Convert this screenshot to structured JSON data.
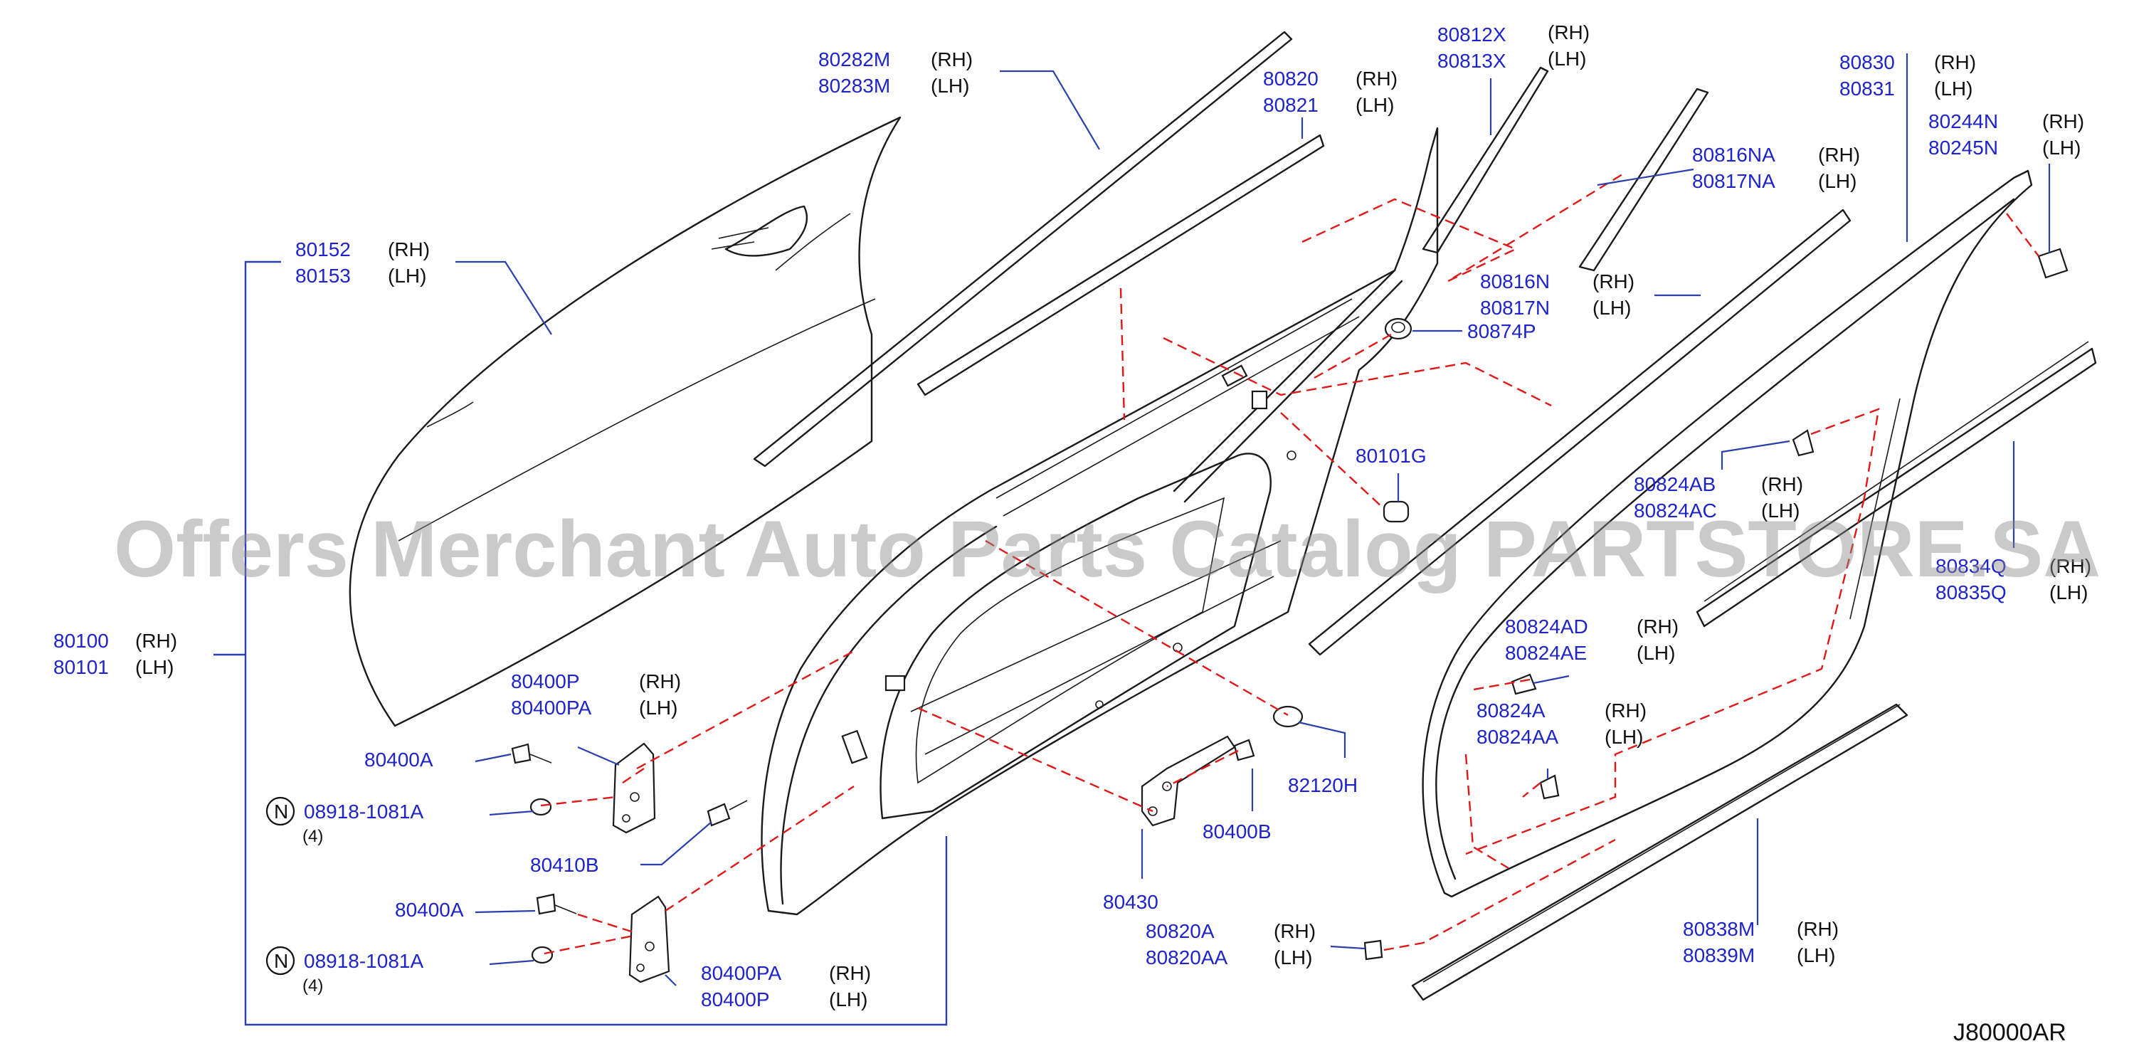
{
  "diagram_code": "J80000AR",
  "watermark": "Offers Merchant Auto Parts Catalog PARTSTORE.SA",
  "side_rh": "(RH)",
  "side_lh": "(LH)",
  "note_symbol": "N",
  "labels": {
    "p80282M": "80282M",
    "p80283M": "80283M",
    "p80820": "80820",
    "p80821": "80821",
    "p80812X": "80812X",
    "p80813X": "80813X",
    "p80830": "80830",
    "p80831": "80831",
    "p80244N": "80244N",
    "p80245N": "80245N",
    "p80816NA": "80816NA",
    "p80817NA": "80817NA",
    "p80152": "80152",
    "p80153": "80153",
    "p80816N": "80816N",
    "p80817N": "80817N",
    "p80874P": "80874P",
    "p80101G": "80101G",
    "p80824AB": "80824AB",
    "p80824AC": "80824AC",
    "p80834Q": "80834Q",
    "p80835Q": "80835Q",
    "p80100": "80100",
    "p80101": "80101",
    "p80824AD": "80824AD",
    "p80824AE": "80824AE",
    "p80400P_a": "80400P",
    "p80400PA_a": "80400PA",
    "p80824A": "80824A",
    "p80824AA": "80824AA",
    "p80400A_1": "80400A",
    "p82120H": "82120H",
    "p08918_1": "08918-1081A",
    "qty_1": "(4)",
    "p80400B": "80400B",
    "p80410B": "80410B",
    "p80430": "80430",
    "p80400A_2": "80400A",
    "p80838M": "80838M",
    "p80839M": "80839M",
    "p80820A": "80820A",
    "p80820AA": "80820AA",
    "p08918_2": "08918-1081A",
    "qty_2": "(4)",
    "p80400PA_b": "80400PA",
    "p80400P_b": "80400P"
  }
}
